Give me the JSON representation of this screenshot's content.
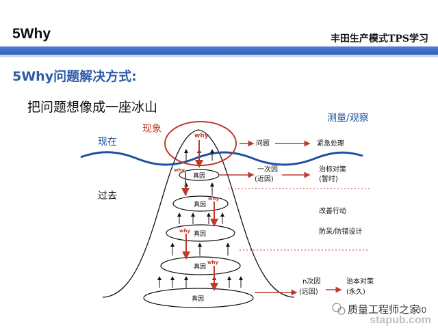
{
  "header": {
    "title": "5Why",
    "right_title": "丰田生产模式TPS学习"
  },
  "subtitle": "5Why问题解决方式:",
  "statement": "把问题想像成一座冰山",
  "diagram": {
    "label_phenomenon": "现象",
    "label_present": "现在",
    "label_past": "过去",
    "label_measure": "测量/观察",
    "why": "why",
    "true_cause": "真因",
    "issue": "问题",
    "emergency": "紧急处理",
    "primary_cause": "一次因",
    "primary_cause_sub": "(近因)",
    "symptom_fix": "治标对策",
    "symptom_fix_sub": "(暂时)",
    "improve": "改善行动",
    "prevent": "防呆/防错设计",
    "nth_cause": "n次因",
    "nth_cause_sub": "(远因)",
    "root_fix": "治本对策",
    "root_fix_sub": "(永久)",
    "colors": {
      "red": "#c0392b",
      "wave": "#1f4fa0",
      "dark": "#111111"
    }
  },
  "footer": {
    "brand": "质量工程师之家",
    "page": "30",
    "watermark": "stapub.com",
    "wechat_icon": "wechat-icon"
  }
}
